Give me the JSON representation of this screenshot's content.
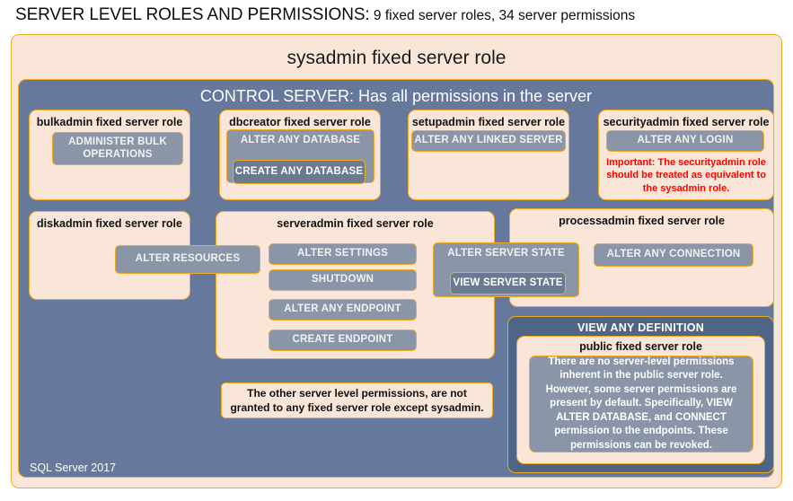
{
  "title": {
    "main": "SERVER LEVEL ROLES AND PERMISSIONS:",
    "sub": " 9 fixed server roles, 34 server permissions"
  },
  "sysadmin": {
    "label": "sysadmin fixed server role"
  },
  "control_server": {
    "label": "CONTROL SERVER: Has all permissions in the server"
  },
  "roles": {
    "bulkadmin": {
      "label": "bulkadmin fixed server role",
      "permissions": [
        "ADMINISTER  BULK OPERATIONS"
      ]
    },
    "dbcreator": {
      "label": "dbcreator fixed server role",
      "permissions": [
        "ALTER ANY DATABASE",
        "CREATE  ANY DATABASE"
      ]
    },
    "setupadmin": {
      "label": "setupadmin fixed server role",
      "permissions": [
        "ALTER ANY LINKED SERVER"
      ]
    },
    "securityadmin": {
      "label": "securityadmin fixed server role",
      "permissions": [
        "ALTER ANY LOGIN"
      ],
      "warning": "Important:  The securityadmin role should  be treated as equivalent to the sysadmin role."
    },
    "diskadmin": {
      "label": "diskadmin fixed server role",
      "permissions": [
        "ALTER RESOURCES"
      ]
    },
    "serveradmin": {
      "label": "serveradmin fixed server role",
      "permissions": [
        "ALTER SETTINGS",
        "SHUTDOWN",
        "ALTER ANY ENDPOINT",
        "CREATE  ENDPOINT"
      ],
      "nested": {
        "outer": "ALTER SERVER STATE",
        "inner": "VIEW SERVER STATE"
      }
    },
    "processadmin": {
      "label": "processadmin fixed server role",
      "permissions": [
        "ALTER ANY CONNECTION"
      ]
    },
    "public": {
      "view_any_definition": "VIEW ANY DEFINITION",
      "label": "public fixed server role",
      "description": "There are no server-level permissions inherent in the public server role. However, some server permissions are present by default. Specifically, VIEW ALTER DATABASE, and CONNECT permission to the endpoints. These permissions can be revoked."
    }
  },
  "other_note": "The other server level permissions,  are not granted to any fixed server role except sysadmin.",
  "footer": "SQL Server 2017",
  "colors": {
    "peach": "#fae6d8",
    "gold_border": "#f0ab24",
    "slate_blue": "#66799c",
    "slate_dark": "#4f6585",
    "permission_gray": "#8a95a8",
    "warning_red": "#ff0000"
  }
}
